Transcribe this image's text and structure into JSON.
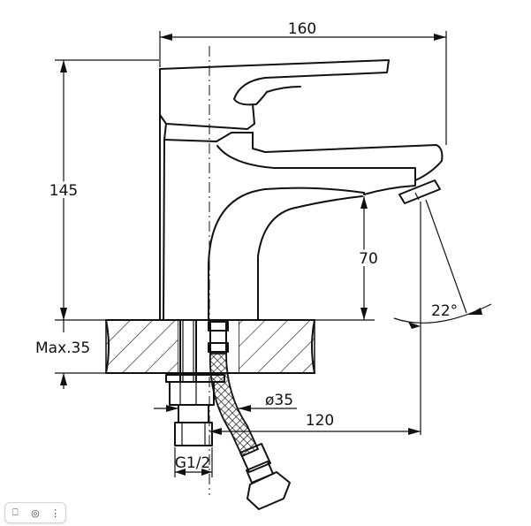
{
  "drawing": {
    "dimensions": {
      "overall_length": "160",
      "overall_height": "145",
      "spout_height": "70",
      "spout_angle": "22°",
      "max_deck_thickness": "Max.35",
      "hole_diameter": "ø35",
      "spout_reach": "120",
      "thread_size": "G1/2"
    }
  },
  "toolbar": {
    "icons": [
      "bookmark-icon",
      "lens-icon",
      "more-options-icon"
    ],
    "glyphs": {
      "bookmark": "⎕",
      "lens": "◎",
      "more": "⋮"
    }
  }
}
